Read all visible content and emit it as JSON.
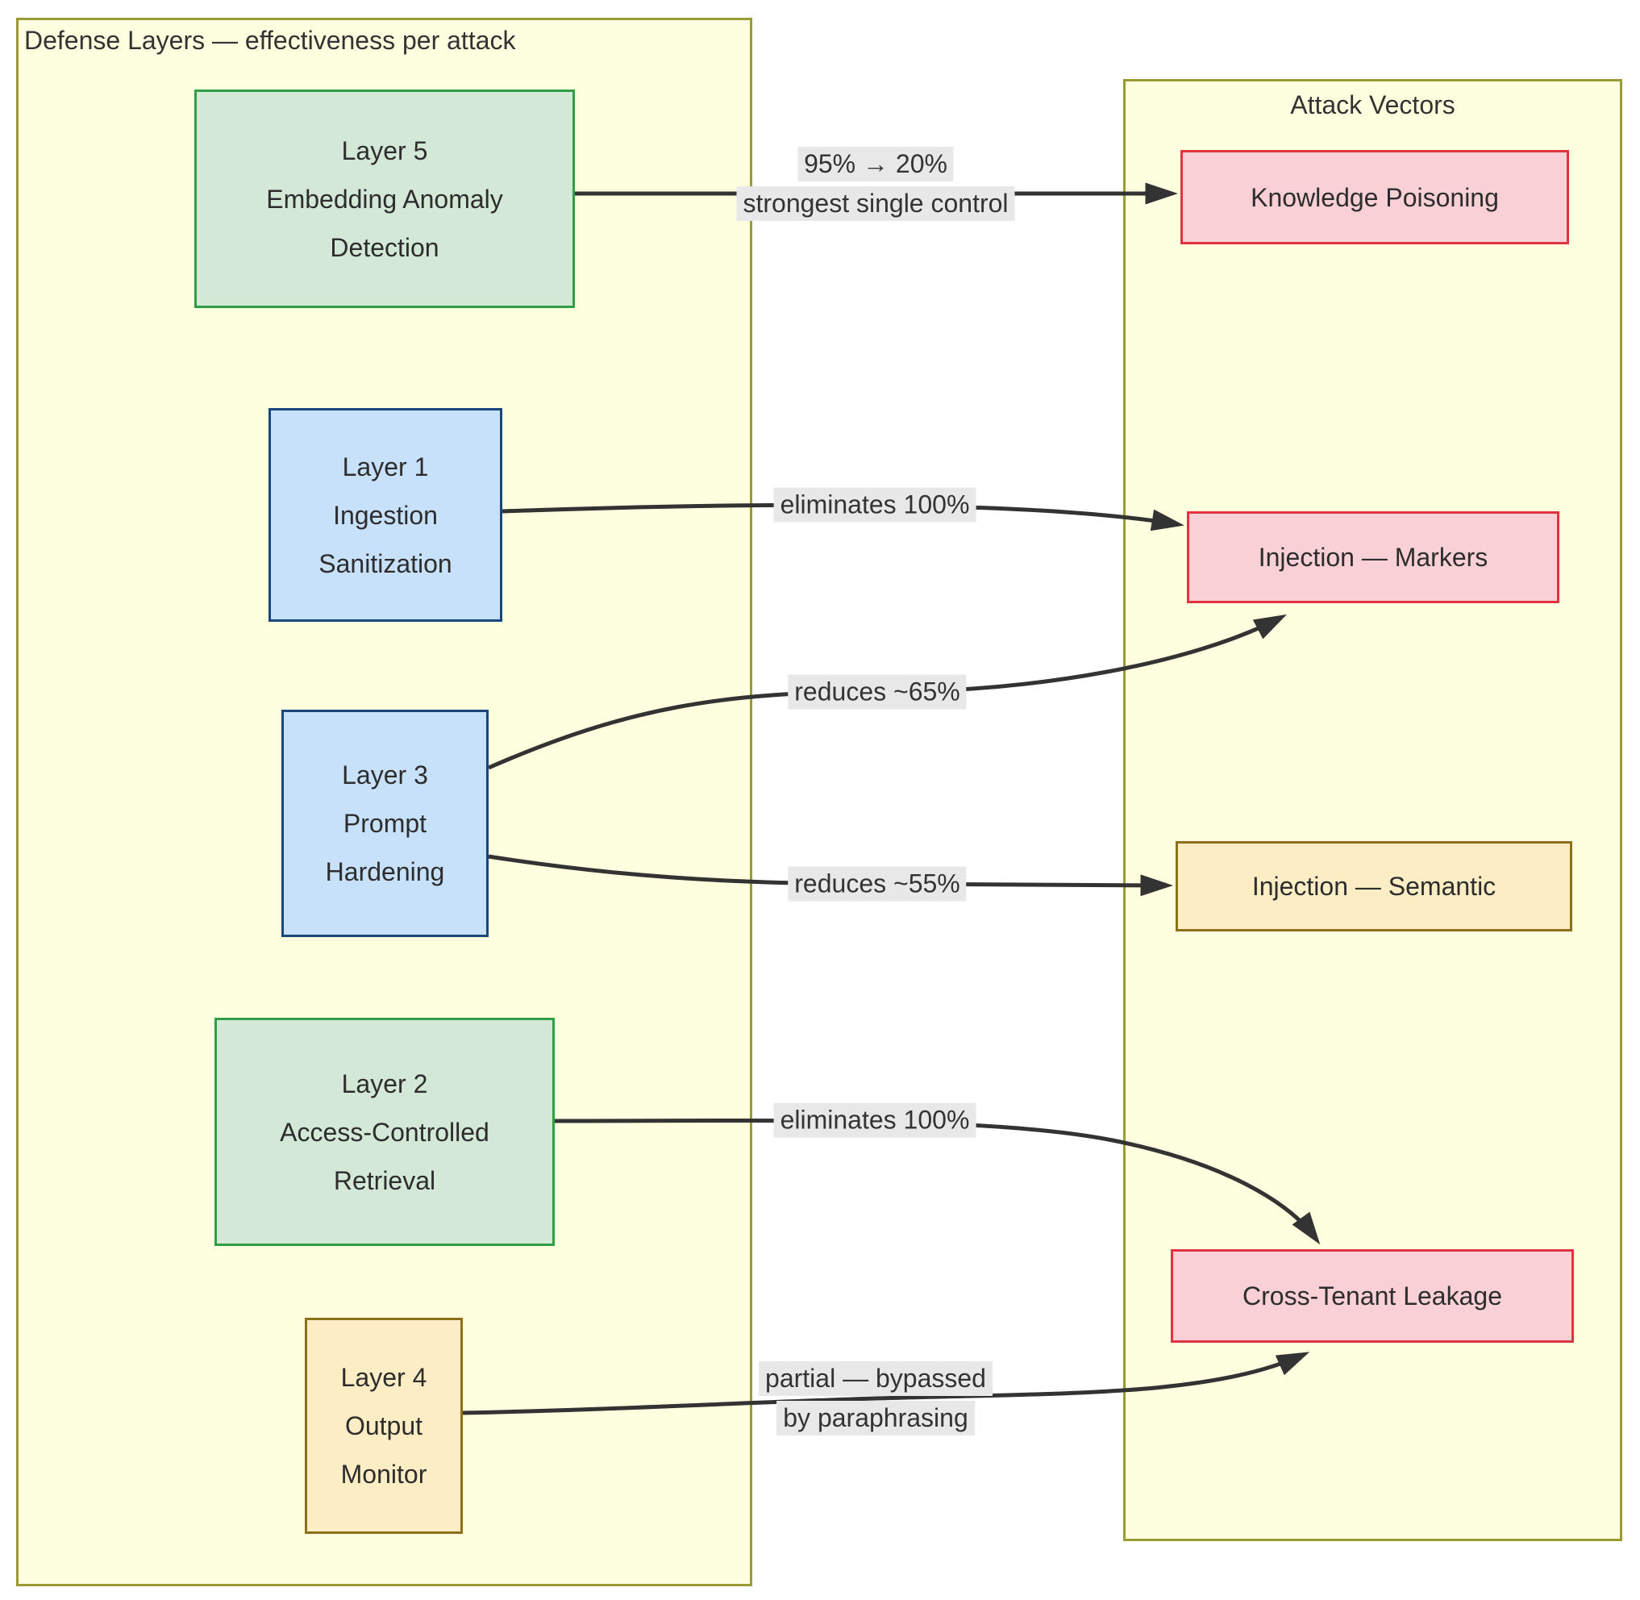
{
  "diagram": {
    "clusters": {
      "defense": {
        "title": "Defense Layers — effectiveness per attack"
      },
      "attack": {
        "title": "Attack Vectors"
      }
    },
    "nodes": {
      "layer5": {
        "lines": [
          "Layer 5",
          "Embedding Anomaly",
          "Detection"
        ]
      },
      "layer1": {
        "lines": [
          "Layer 1",
          "Ingestion",
          "Sanitization"
        ]
      },
      "layer3": {
        "lines": [
          "Layer 3",
          "Prompt",
          "Hardening"
        ]
      },
      "layer2": {
        "lines": [
          "Layer 2",
          "Access-Controlled",
          "Retrieval"
        ]
      },
      "layer4": {
        "lines": [
          "Layer 4",
          "Output",
          "Monitor"
        ]
      },
      "knowledge_poisoning": {
        "label": "Knowledge Poisoning"
      },
      "injection_markers": {
        "label": "Injection — Markers"
      },
      "injection_semantic": {
        "label": "Injection — Semantic"
      },
      "cross_tenant": {
        "label": "Cross-Tenant Leakage"
      }
    },
    "edges": {
      "layer5_to_knowledge_poisoning": {
        "label_lines": [
          "95% → 20%",
          "strongest single control"
        ]
      },
      "layer1_to_injection_markers": {
        "label_lines": [
          "eliminates 100%"
        ]
      },
      "layer3_to_injection_markers": {
        "label_lines": [
          "reduces ~65%"
        ]
      },
      "layer3_to_injection_semantic": {
        "label_lines": [
          "reduces ~55%"
        ]
      },
      "layer2_to_cross_tenant": {
        "label_lines": [
          "eliminates 100%"
        ]
      },
      "layer4_to_cross_tenant": {
        "label_lines": [
          "partial — bypassed",
          "by paraphrasing"
        ]
      }
    },
    "colors": {
      "cluster_fill": "#feffde",
      "cluster_border": "#9b9b33",
      "green_fill": "#d3e8d7",
      "green_border": "#2f9e44",
      "blue_fill": "#c8e1fb",
      "blue_border": "#17477c",
      "pink_fill": "#f8d0d6",
      "pink_border": "#e0333f",
      "gold_fill": "#fcedc4",
      "gold_border": "#8f7019",
      "edge_stroke": "#333333",
      "edge_label_bg": "#e8e8e8",
      "text": "#2d2d2d"
    }
  }
}
